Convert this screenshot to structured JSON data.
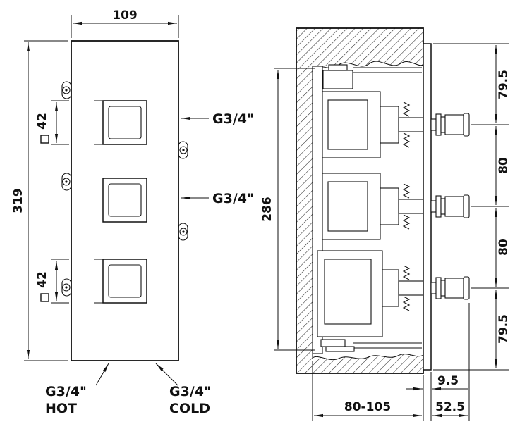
{
  "front_view": {
    "width": "109",
    "height": "319",
    "square_top": "42",
    "square_bottom": "42",
    "port_upper": "G3/4\"",
    "port_lower": "G3/4\"",
    "hot_port": "G3/4\"",
    "hot_label": "HOT",
    "cold_port": "G3/4\"",
    "cold_label": "COLD"
  },
  "section_view": {
    "body_height": "286",
    "spacing_top": "79.5",
    "spacing_upper_mid": "80",
    "spacing_lower_mid": "80",
    "spacing_bottom": "79.5",
    "plate_thickness": "9.5",
    "recess_depth": "80-105",
    "projection": "52.5"
  },
  "colors": {
    "line": "#111111",
    "background": "#ffffff"
  }
}
